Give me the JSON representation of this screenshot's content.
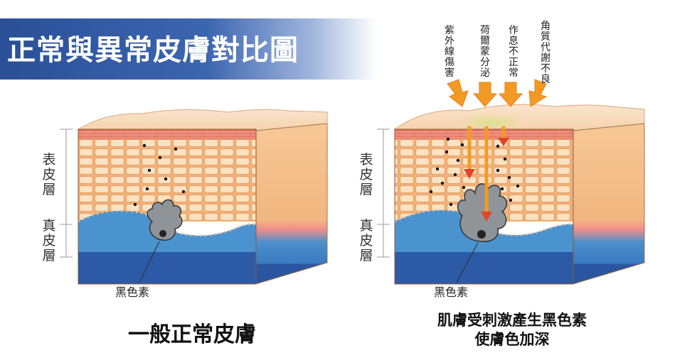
{
  "title": "正常與異常皮膚對比圖",
  "layer_labels": {
    "epidermis": "表皮層",
    "dermis": "真皮層"
  },
  "melanin_label": "黑色素",
  "causes": [
    "紫外線傷害",
    "荷爾蒙分泌",
    "作息不正常",
    "角質代謝不良"
  ],
  "captions": {
    "normal": "一般正常皮膚",
    "abnormal_line1": "肌膚受刺激產生黑色素",
    "abnormal_line2": "使膚色加深"
  },
  "colors": {
    "banner": "#2a4f97",
    "skin_top": "#f7d6b4",
    "side_face": "#f4c28d",
    "epidermis": "#f0b27a",
    "dermis": "#4d93cf",
    "deep": "#2f5fa8",
    "arrow_orange": "#f39a25",
    "arrow_red": "#e0452a"
  }
}
